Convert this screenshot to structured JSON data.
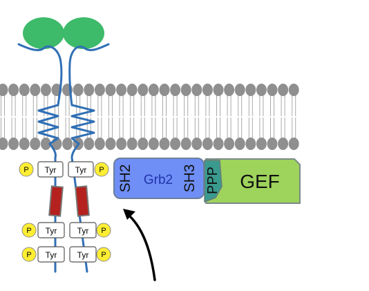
{
  "tyr_label": "Tyr",
  "p_label": "P",
  "grb2": {
    "sh2_label": "SH2",
    "name": "Grb2",
    "sh3_label": "SH3"
  },
  "ppp_label": "PPP",
  "gef_label": "GEF",
  "colors": {
    "ligand": "#3dba6a",
    "receptor_line": "#2f6fb5",
    "lipid_head": "#8f8f8f",
    "lipid_tail": "#a8a8a8",
    "phospho": "#ffee33",
    "kinase_bar": "#b4211e",
    "grb2_fill": "#6f8ff7",
    "grb2_border": "#6c7f9a",
    "ppp_fill": "#3a9a8e",
    "gef_fill": "#9ed35c",
    "gef_border": "#7a8a8a",
    "arrow": "#000000"
  }
}
